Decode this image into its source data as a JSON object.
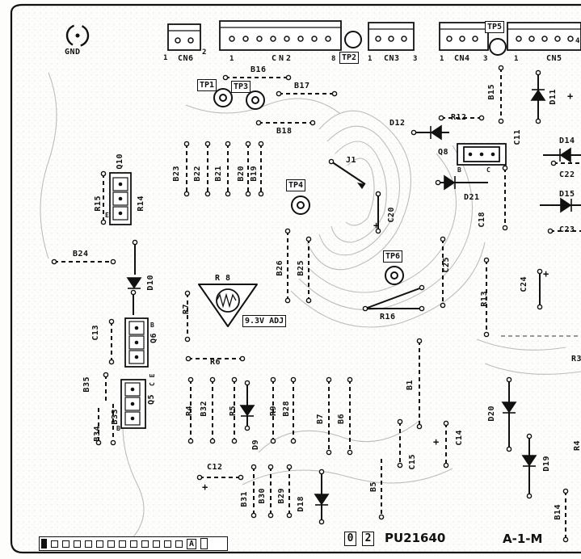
{
  "gnd": "GND",
  "connectors": {
    "cn6": {
      "label": "CN6",
      "pin_start": "1",
      "pin_end": "2"
    },
    "cn2": {
      "label": "CN2",
      "pin_start": "1",
      "pin_end": "8"
    },
    "cn3": {
      "label": "CN3",
      "pin_start": "1",
      "pin_end": "3"
    },
    "cn4": {
      "label": "CN4",
      "pin_start": "1",
      "pin_end": "3"
    },
    "cn5": {
      "label": "CN5",
      "pin_start": "1",
      "pin_end": "4"
    }
  },
  "test_points": {
    "tp1": "TP1",
    "tp2": "TP2",
    "tp3": "TP3",
    "tp4": "TP4",
    "tp5": "TP5",
    "tp6": "TP6"
  },
  "jumpers": {
    "b1": "B1",
    "b5": "B5",
    "b6": "B6",
    "b7": "B7",
    "b14": "B14",
    "b15": "B15",
    "b16": "B16",
    "b17": "B17",
    "b18": "B18",
    "b19": "B19",
    "b20": "B20",
    "b21": "B21",
    "b22": "B22",
    "b23": "B23",
    "b24": "B24",
    "b25": "B25",
    "b26": "B26",
    "b28": "B28",
    "b29": "B29",
    "b30": "B30",
    "b31": "B31",
    "b32": "B32",
    "b33": "B33",
    "b34": "B34",
    "b35": "B35"
  },
  "resistors": {
    "r3": "R3",
    "r4a": "R4",
    "r4b": "R4",
    "r5": "R5",
    "r6": "R6",
    "r7": "R7",
    "r8": "R 8",
    "r9": "R9",
    "r12": "R12",
    "r13": "R13",
    "r14": "R14",
    "r15": "R15",
    "r16": "R16"
  },
  "capacitors": {
    "c11": "C11",
    "c12": "C12",
    "c13": "C13",
    "c14": "C14",
    "c15": "C15",
    "c18": "C18",
    "c20": "C20",
    "c22": "C22",
    "c23": "C23",
    "c24": "C24",
    "c25": "C25"
  },
  "diodes": {
    "d9": "D9",
    "d10": "D10",
    "d11": "D11",
    "d12": "D12",
    "d14": "D14",
    "d15": "D15",
    "d18": "D18",
    "d19": "D19",
    "d20": "D20",
    "d21": "D21"
  },
  "transistors": {
    "q5": "Q5",
    "q6": "Q6",
    "q8": "Q8",
    "q10": "Q10",
    "q8_b": "B",
    "q8_c": "C",
    "q5_ce": "C E",
    "q5_b": "B",
    "q6_b": "B",
    "q10_e": "E"
  },
  "j1": "J1",
  "adj_box": "9.3V ADJ",
  "plus": "+",
  "footer": {
    "digit_a": "0",
    "digit_b": "2",
    "board_number": "PU21640",
    "board_ref": "A-1-M",
    "edge_tab": "A"
  }
}
